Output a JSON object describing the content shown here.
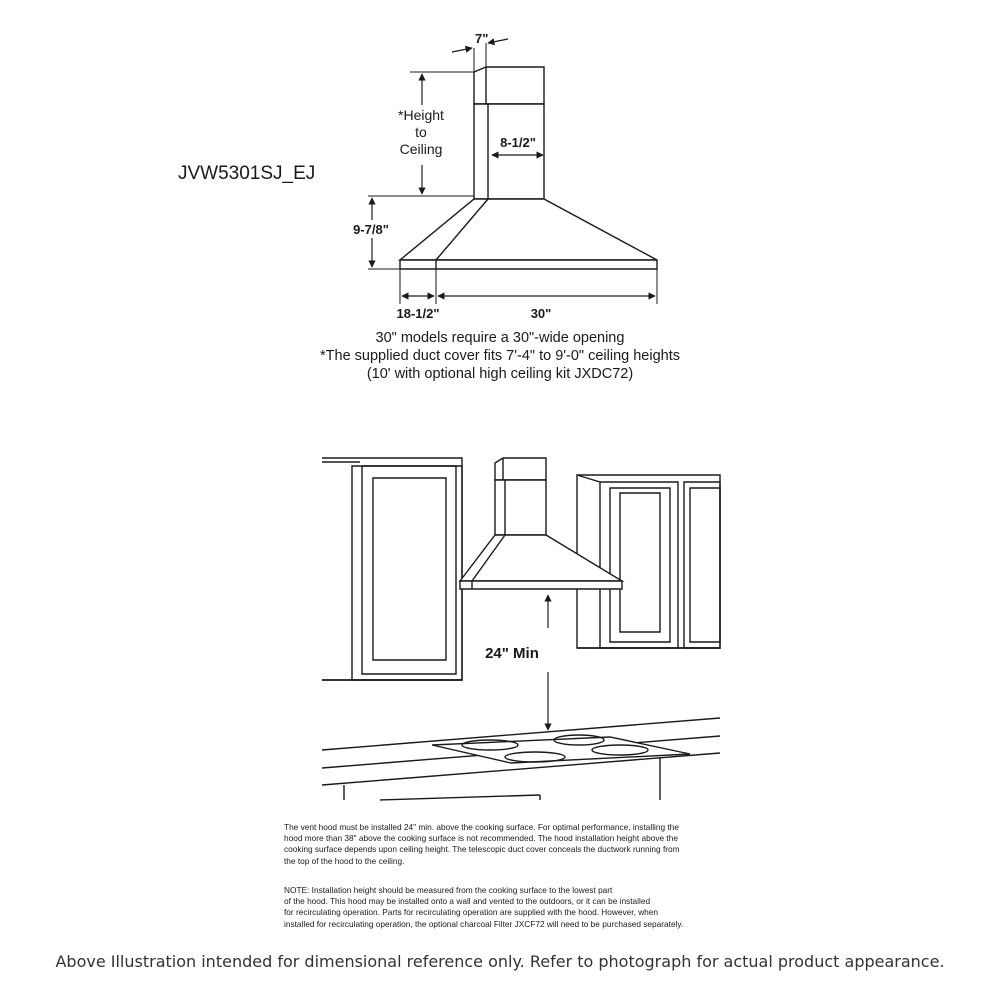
{
  "model_number": "JVW5301SJ_EJ",
  "dimensions": {
    "duct_depth": "7\"",
    "duct_width": "8-1/2\"",
    "height_to_ceiling_lines": [
      "*Height",
      "to",
      "Ceiling"
    ],
    "hood_height": "9-7/8\"",
    "hood_depth": "18-1/2\"",
    "hood_width": "30\""
  },
  "caption_lines": [
    "30\" models require a 30\"-wide opening",
    "*The supplied duct cover fits 7'-4\" to 9'-0\" ceiling heights",
    "(10' with optional high ceiling kit JXDC72)"
  ],
  "clearance_label": "24\" Min",
  "install_note_lines": [
    "The vent hood must be installed 24\" min. above the cooking surface. For optimal performance, installing the",
    "hood more than 38\" above the cooking surface is not recommended. The hood installation height above the",
    "cooking surface depends upon ceiling height. The telescopic duct cover conceals the ductwork running from",
    "the top of the hood to the ceiling."
  ],
  "note_lines": [
    "NOTE: Installation height should be measured from the cooking surface to the lowest part",
    "of the hood. This hood may be installed onto a wall and vented to the outdoors, or it can be installed",
    "for recirculating operation. Parts for recirculating operation are supplied with the hood. However, when",
    "installed for recirculating operation, the optional charcoal Filter JXCF72 will need to be purchased separately."
  ],
  "disclaimer": "Above Illustration intended for dimensional reference only. Refer to photograph for actual product appearance."
}
